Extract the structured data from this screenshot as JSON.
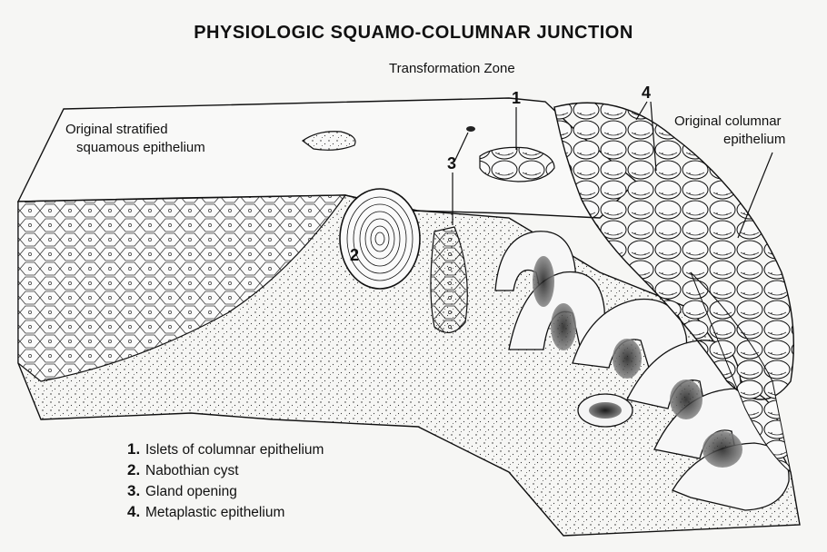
{
  "title": "PHYSIOLOGIC SQUAMO-COLUMNAR JUNCTION",
  "labels": {
    "transformation_zone": "Transformation Zone",
    "squamous_line1": "Original stratified",
    "squamous_line2": "squamous epithelium",
    "columnar_line1": "Original columnar",
    "columnar_line2": "epithelium"
  },
  "callouts": {
    "one": "1",
    "two": "2",
    "three": "3",
    "four": "4"
  },
  "legend": [
    {
      "num": "1.",
      "text": "Islets of columnar epithelium"
    },
    {
      "num": "2.",
      "text": "Nabothian cyst"
    },
    {
      "num": "3.",
      "text": "Gland opening"
    },
    {
      "num": "4.",
      "text": "Metaplastic epithelium"
    }
  ],
  "colors": {
    "ink": "#111111",
    "paper": "#f6f6f4",
    "stroma": "#e9e9e6"
  }
}
